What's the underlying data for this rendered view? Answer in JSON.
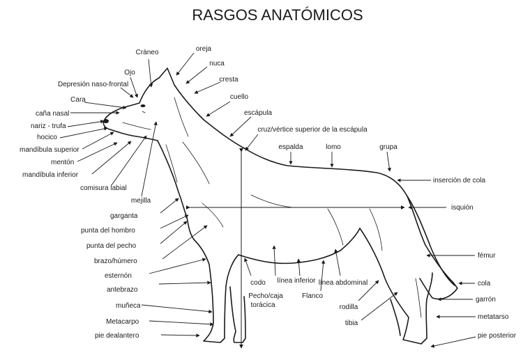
{
  "title": "RASGOS ANATÓMICOS",
  "labels": {
    "craneo": "Cráneo",
    "oreja": "oreja",
    "nuca": "nuca",
    "ojo": "Ojo",
    "depresion": "Depresión naso-frontal",
    "cresta": "cresta",
    "cara": "Cara",
    "cuello": "cuello",
    "cana_nasal": "caña nasal",
    "escapula": "escápula",
    "nariz": "nariz - trufa",
    "cruz": "cruz/vértice superior de la escápula",
    "hocico": "hocico",
    "espalda": "espalda",
    "lomo": "lomo",
    "grupa": "grupa",
    "mandibula_superior": "mandíbula superior",
    "menton": "mentón",
    "mandibula_inferior": "mandíbula inferior",
    "insercion_cola": "inserción de cola",
    "comisura": "comisura labial",
    "mejilla": "mejilla",
    "isquion": "isquión",
    "garganta": "garganta",
    "punta_hombro": "punta del hombro",
    "punta_pecho": "punta del pecho",
    "femur": "fémur",
    "brazo": "brazo/húmero",
    "esternon": "esternón",
    "codo": "codo",
    "linea_inferior": "línea inferior",
    "linea_abdominal": "línea abdominal",
    "cola": "cola",
    "antebrazo": "antebrazo",
    "pecho_caja_1": "Pecho/caja",
    "pecho_caja_2": "torácica",
    "flanco": "Flanco",
    "garron": "garrón",
    "rodilla": "rodilla",
    "muneca": "muñeca",
    "tibia": "tibia",
    "metacarpo": "Metacarpo",
    "metatarso": "metatarso",
    "pie_delantero": "pie dealantero",
    "pie_posterior": "pie posterior"
  }
}
